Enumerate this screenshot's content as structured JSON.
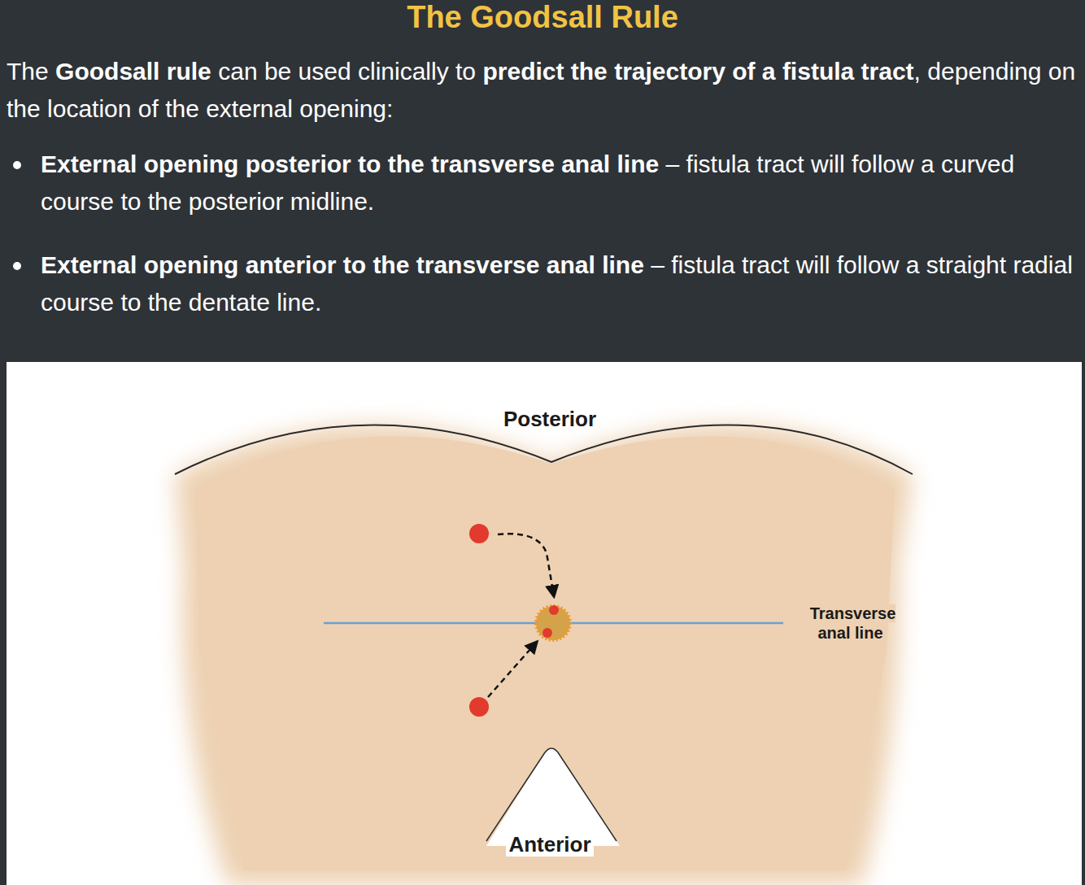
{
  "diagram": {
    "title": "The Goodsall Rule",
    "labels": [
      "The",
      "Goodsall rule",
      "can be used clinically to",
      "predict the trajectory of a fistula tract",
      ",",
      "depending on the location of the external opening:",
      "External opening posterior to the transverse anal line",
      "– fistula tract will follow a curved course to the posterior midline.",
      "External opening anterior to the transverse anal line",
      "– fistula tract will follow a straight radial course to the dentate line.",
      "Posterior",
      "Transverse anal line",
      "Anterior"
    ]
  }
}
